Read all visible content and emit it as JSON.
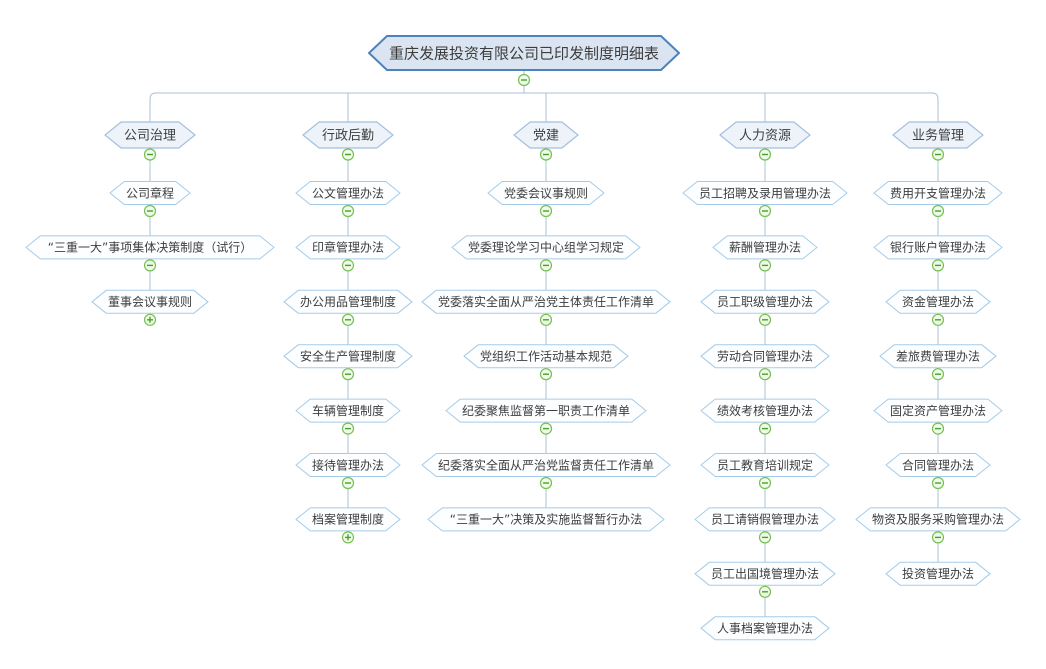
{
  "title": "重庆发展投资有限公司已印发制度明细表",
  "mindmap": {
    "root": {
      "label": "重庆发展投资有限公司已印发制度明细表",
      "collapse": "minus"
    },
    "branches": [
      {
        "label": "公司治理",
        "collapse": "minus",
        "children": [
          {
            "label": "公司章程",
            "collapse": "minus"
          },
          {
            "label": "“三重一大”事项集体决策制度（试行）",
            "collapse": "minus"
          },
          {
            "label": "董事会议事规则",
            "collapse": "plus"
          }
        ]
      },
      {
        "label": "行政后勤",
        "collapse": "minus",
        "children": [
          {
            "label": "公文管理办法",
            "collapse": "minus"
          },
          {
            "label": "印章管理办法",
            "collapse": "minus"
          },
          {
            "label": "办公用品管理制度",
            "collapse": "minus"
          },
          {
            "label": "安全生产管理制度",
            "collapse": "minus"
          },
          {
            "label": "车辆管理制度",
            "collapse": "minus"
          },
          {
            "label": "接待管理办法",
            "collapse": "minus"
          },
          {
            "label": "档案管理制度",
            "collapse": "plus"
          }
        ]
      },
      {
        "label": "党建",
        "collapse": "minus",
        "children": [
          {
            "label": "党委会议事规则",
            "collapse": "minus"
          },
          {
            "label": "党委理论学习中心组学习规定",
            "collapse": "minus"
          },
          {
            "label": "党委落实全面从严治党主体责任工作清单",
            "collapse": "minus"
          },
          {
            "label": "党组织工作活动基本规范",
            "collapse": "minus"
          },
          {
            "label": "纪委聚焦监督第一职责工作清单",
            "collapse": "minus"
          },
          {
            "label": "纪委落实全面从严治党监督责任工作清单",
            "collapse": "minus"
          },
          {
            "label": "“三重一大”决策及实施监督暂行办法",
            "collapse": "none"
          }
        ]
      },
      {
        "label": "人力资源",
        "collapse": "minus",
        "children": [
          {
            "label": "员工招聘及录用管理办法",
            "collapse": "minus"
          },
          {
            "label": "薪酬管理办法",
            "collapse": "minus"
          },
          {
            "label": "员工职级管理办法",
            "collapse": "minus"
          },
          {
            "label": "劳动合同管理办法",
            "collapse": "minus"
          },
          {
            "label": "绩效考核管理办法",
            "collapse": "minus"
          },
          {
            "label": "员工教育培训规定",
            "collapse": "minus"
          },
          {
            "label": "员工请销假管理办法",
            "collapse": "minus"
          },
          {
            "label": "员工出国境管理办法",
            "collapse": "minus"
          },
          {
            "label": "人事档案管理办法",
            "collapse": "none"
          }
        ]
      },
      {
        "label": "业务管理",
        "collapse": "minus",
        "children": [
          {
            "label": "费用开支管理办法",
            "collapse": "minus"
          },
          {
            "label": "银行账户管理办法",
            "collapse": "minus"
          },
          {
            "label": "资金管理办法",
            "collapse": "minus"
          },
          {
            "label": "差旅费管理办法",
            "collapse": "minus"
          },
          {
            "label": "固定资产管理办法",
            "collapse": "minus"
          },
          {
            "label": "合同管理办法",
            "collapse": "minus"
          },
          {
            "label": "物资及服务采购管理办法",
            "collapse": "minus"
          },
          {
            "label": "投资管理办法",
            "collapse": "none"
          }
        ]
      }
    ]
  },
  "colors": {
    "root_fill": "#dbe5f1",
    "root_stroke": "#4f81bd",
    "branch_fill": "#eef3fa",
    "branch_stroke": "#a3c0de",
    "leaf_fill": "#fdfeff",
    "leaf_stroke": "#a5cbe8",
    "connector": "#a9c0d6",
    "icon_fill": "#f0fae9",
    "icon_stroke": "#76bf4f",
    "icon_sign": "#48a02f",
    "text": "#3d3d3d"
  }
}
